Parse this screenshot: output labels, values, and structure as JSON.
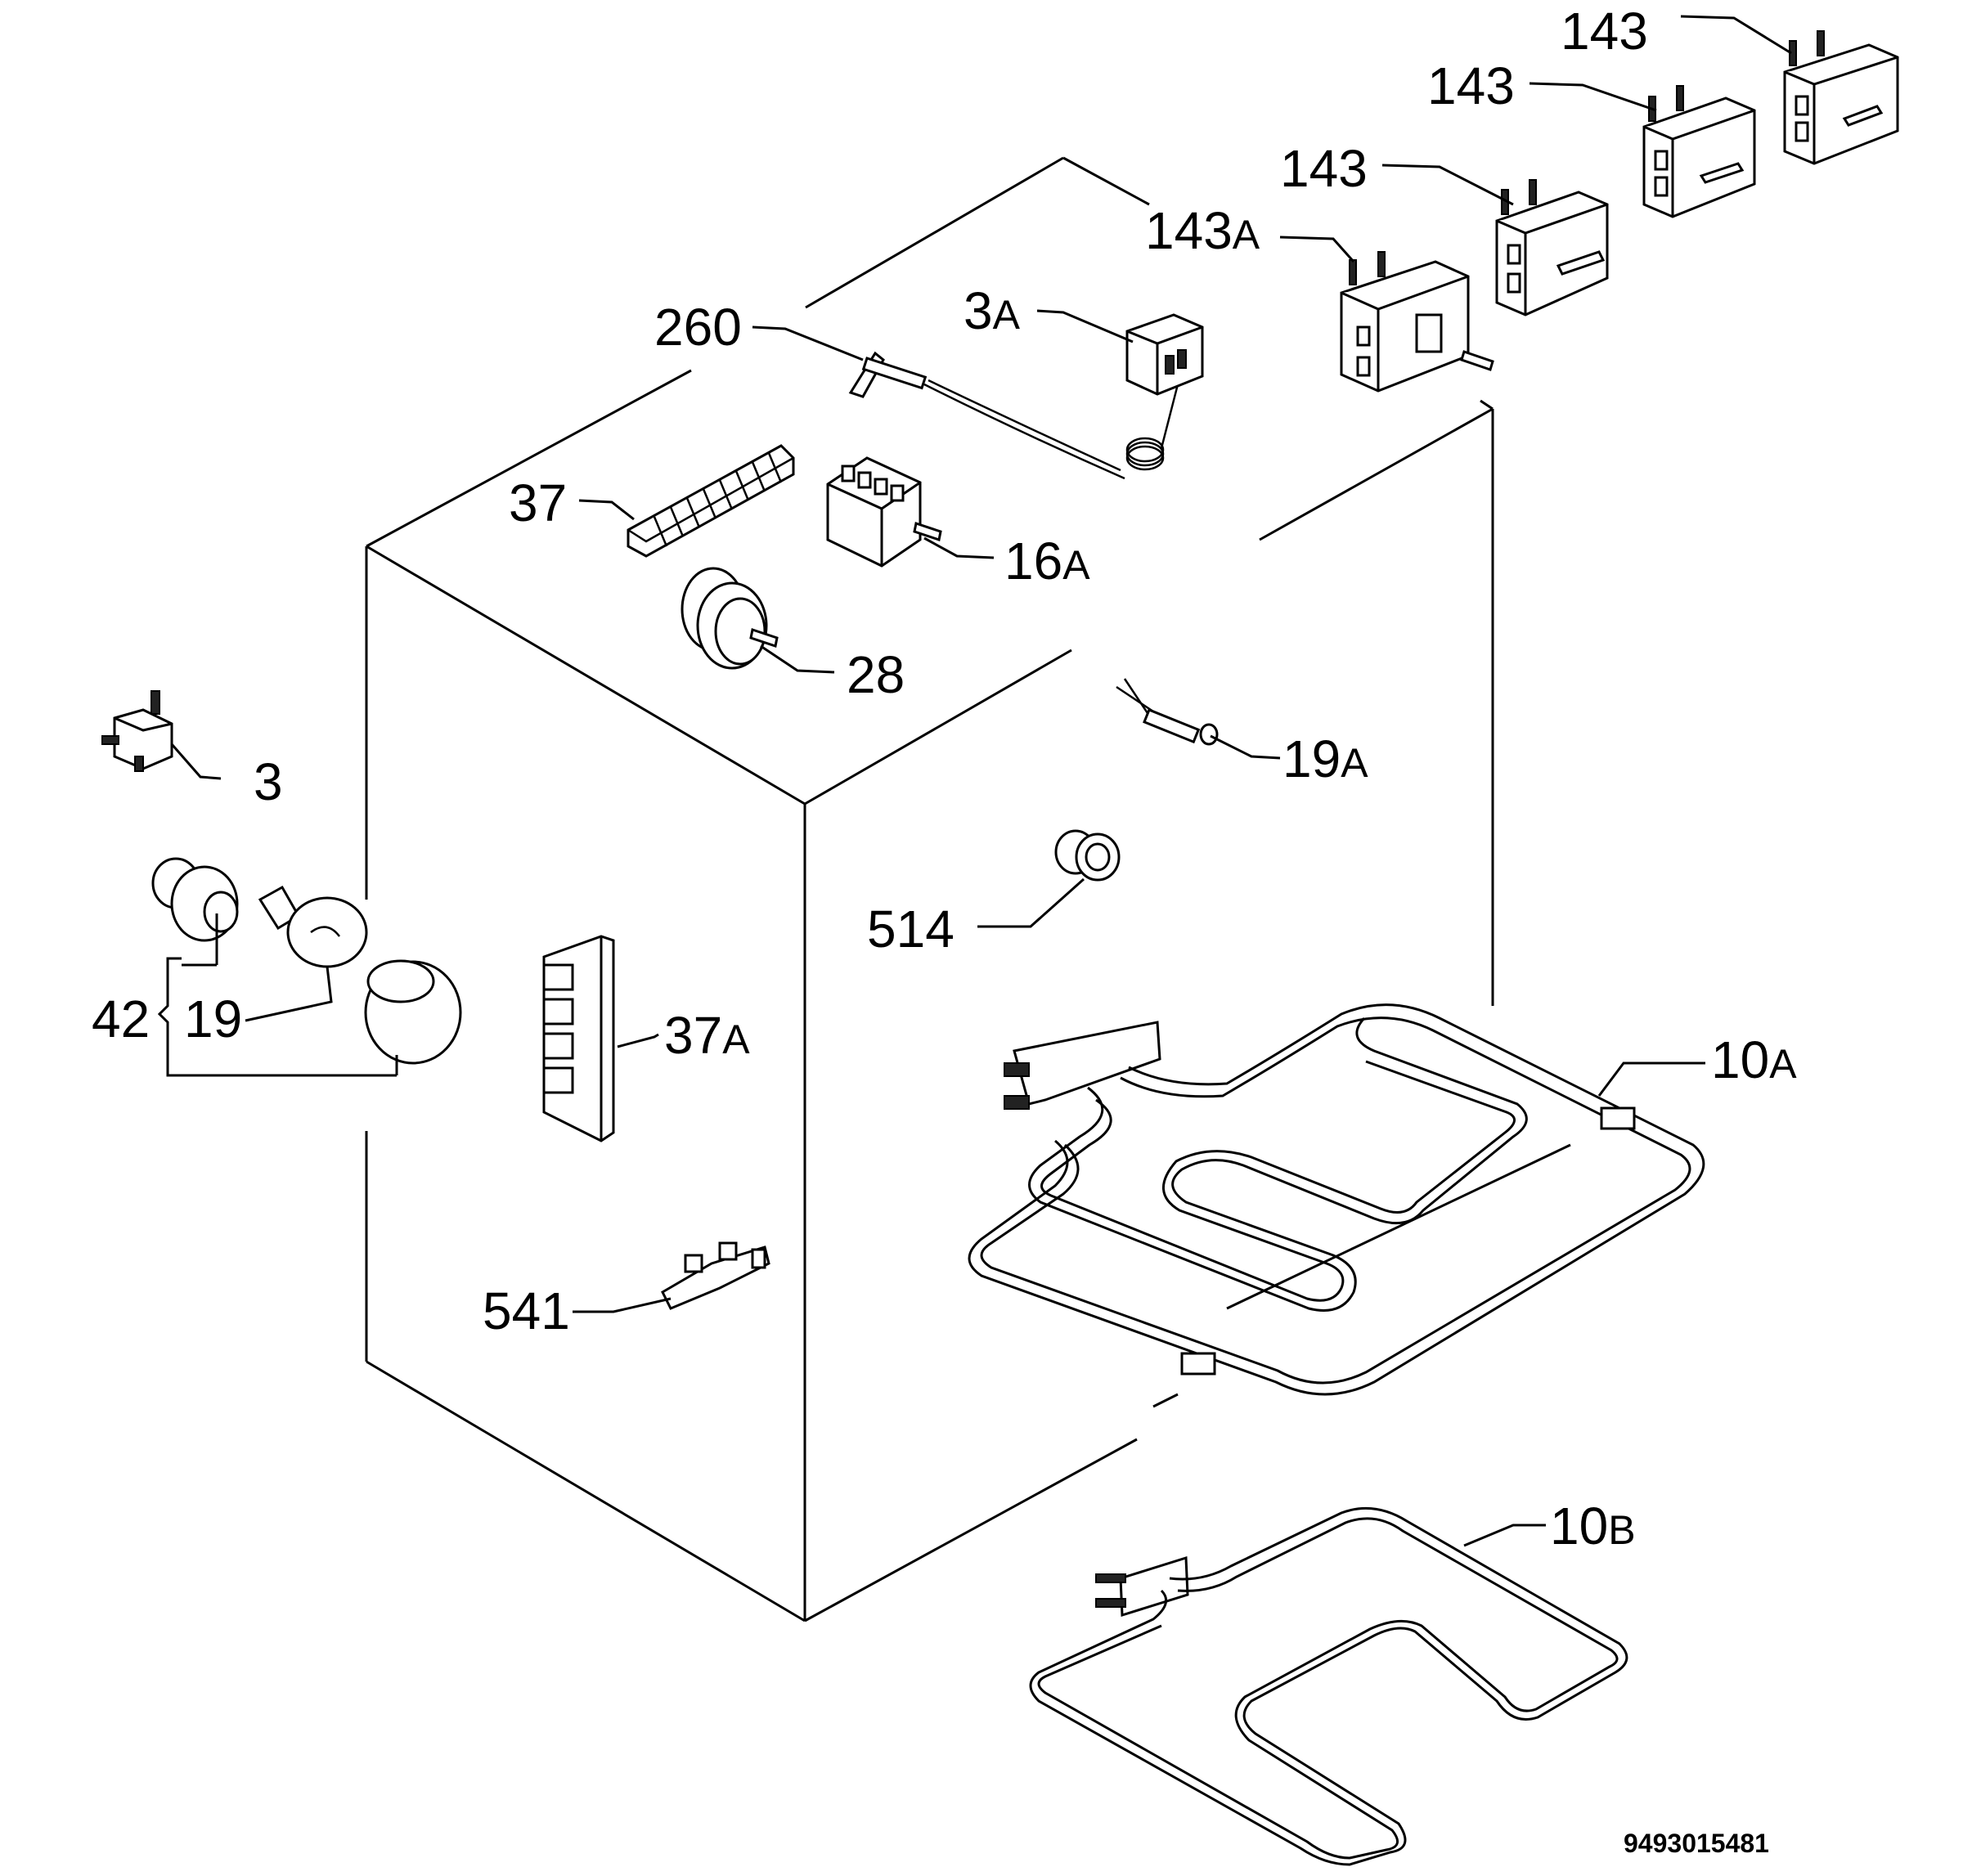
{
  "parts": [
    {
      "id": "p143_1",
      "number": "143",
      "suffix": ""
    },
    {
      "id": "p143_2",
      "number": "143",
      "suffix": ""
    },
    {
      "id": "p143_3",
      "number": "143",
      "suffix": ""
    },
    {
      "id": "p143a",
      "number": "143",
      "suffix": "A"
    },
    {
      "id": "p260",
      "number": "260",
      "suffix": ""
    },
    {
      "id": "p3a",
      "number": "3",
      "suffix": "A"
    },
    {
      "id": "p37",
      "number": "37",
      "suffix": ""
    },
    {
      "id": "p16a",
      "number": "16",
      "suffix": "A"
    },
    {
      "id": "p28",
      "number": "28",
      "suffix": ""
    },
    {
      "id": "p3",
      "number": "3",
      "suffix": ""
    },
    {
      "id": "p19a",
      "number": "19",
      "suffix": "A"
    },
    {
      "id": "p514",
      "number": "514",
      "suffix": ""
    },
    {
      "id": "p42",
      "number": "42",
      "suffix": ""
    },
    {
      "id": "p19",
      "number": "19",
      "suffix": ""
    },
    {
      "id": "p37a",
      "number": "37",
      "suffix": "A"
    },
    {
      "id": "p10a",
      "number": "10",
      "suffix": "A"
    },
    {
      "id": "p541",
      "number": "541",
      "suffix": ""
    },
    {
      "id": "p10b",
      "number": "10",
      "suffix": "B"
    }
  ],
  "document_number": "9493015481"
}
